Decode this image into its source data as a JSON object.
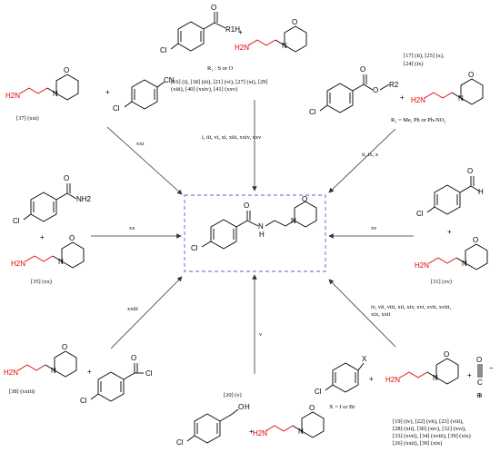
{
  "atoms": {
    "cl": "Cl",
    "n": "N",
    "o": "O",
    "h2n": "H2N",
    "nh2": "NH2",
    "h": "H",
    "cn": "CN",
    "x": "X",
    "c": "C",
    "plus": "+",
    "minus": "−",
    "oplus": "⊕",
    "r1h": "R1H",
    "r2": "R2"
  },
  "labels": {
    "r1": "R₁ : S or O",
    "refs_top": "[16] (i), [18] (iii), [21] (vi), [27] (xi), [29]",
    "refs_top2": "(xiii), [40] (xxiv), [41] (xxv)",
    "arrow_top": "i, iii, vi, xi, xiii, xxiv, xxv",
    "refs_tr": "[17] (ii), [25] (x),",
    "refs_tr2": "[24] (ix)",
    "r2": "R₂ = Me, Ph or Ph-NO₂",
    "arrow_tr": "ii, ix, x",
    "refs_tl": "[37] (xxi)",
    "arrow_tl": "xxi",
    "refs_l": "[35] (xx)",
    "arrow_l": "xx",
    "refs_r": "[31] (xv)",
    "arrow_r": "xv",
    "refs_bl": "[38] (xxiii)",
    "arrow_bl": "xxiii",
    "refs_b": "[20] (v)",
    "arrow_b": "v",
    "arrow_br1": "iv, vii, viii, xii, xiv, xvi, xvii, xviii,",
    "arrow_br2": "xix, xxii",
    "x_def": "X = I or Br",
    "refs_br1": "[19] (iv), [22] (vii), [23] (viii),",
    "refs_br2": "[28] (xii), [30] (xiv), [32] (xvi),",
    "refs_br3": "[33] (xvii), [34] (xviii), [39] (xix)",
    "refs_br4": "[26] (xxii), [39] (xix)"
  },
  "colors": {
    "amine": "#e00000",
    "box": "#6a5acd",
    "ink": "#000000"
  }
}
